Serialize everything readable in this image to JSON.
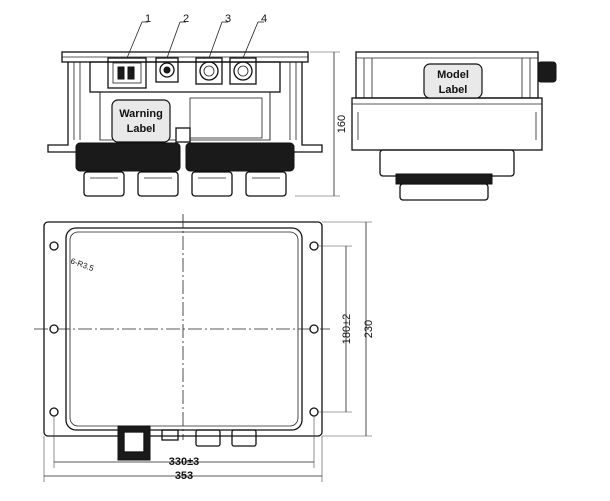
{
  "callouts": [
    "1",
    "2",
    "3",
    "4"
  ],
  "warning_label": [
    "Warning",
    "Label"
  ],
  "model_label": [
    "Model",
    "Label"
  ],
  "dimensions": {
    "height": "160",
    "depth": "230",
    "hole_pitch_v": "180±2",
    "hole_pitch_h": "330±3",
    "width": "353",
    "holes": "6-R3.5"
  }
}
